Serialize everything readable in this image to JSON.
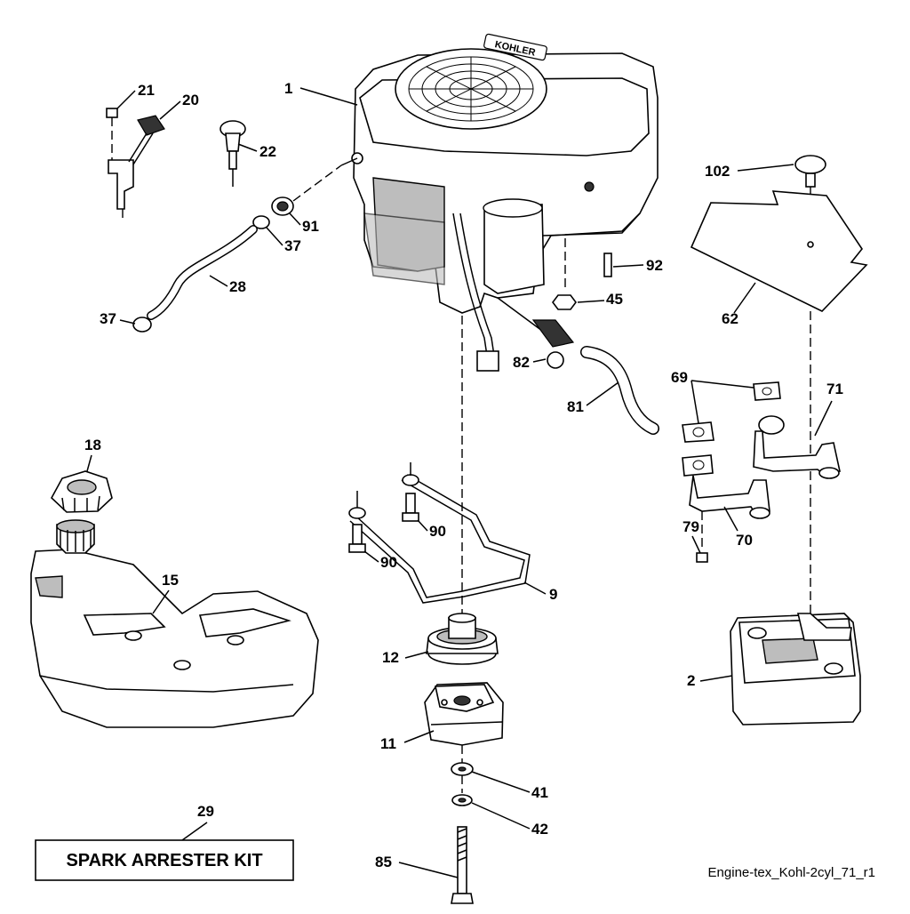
{
  "callouts": {
    "c1": "1",
    "c2": "2",
    "c9": "9",
    "c11": "11",
    "c12": "12",
    "c15": "15",
    "c18": "18",
    "c20": "20",
    "c21": "21",
    "c22": "22",
    "c28": "28",
    "c29": "29",
    "c37a": "37",
    "c37b": "37",
    "c41": "41",
    "c42": "42",
    "c45": "45",
    "c62": "62",
    "c69": "69",
    "c70": "70",
    "c71": "71",
    "c79": "79",
    "c81": "81",
    "c82": "82",
    "c85": "85",
    "c90a": "90",
    "c90b": "90",
    "c91": "91",
    "c92": "92",
    "c102": "102"
  },
  "kit_label": "SPARK ARRESTER KIT",
  "caption": "Engine-tex_Kohl-2cyl_71_r1",
  "engine_brand_mark": "KOHLER"
}
